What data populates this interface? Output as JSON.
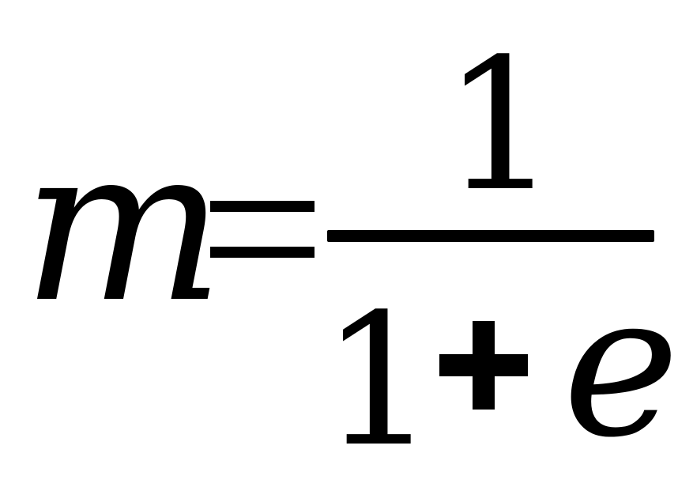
{
  "formula": {
    "lhs": "m",
    "equals": "=",
    "numerator": "1",
    "denominator": {
      "one": "1",
      "plus": "+",
      "e": "e"
    }
  }
}
